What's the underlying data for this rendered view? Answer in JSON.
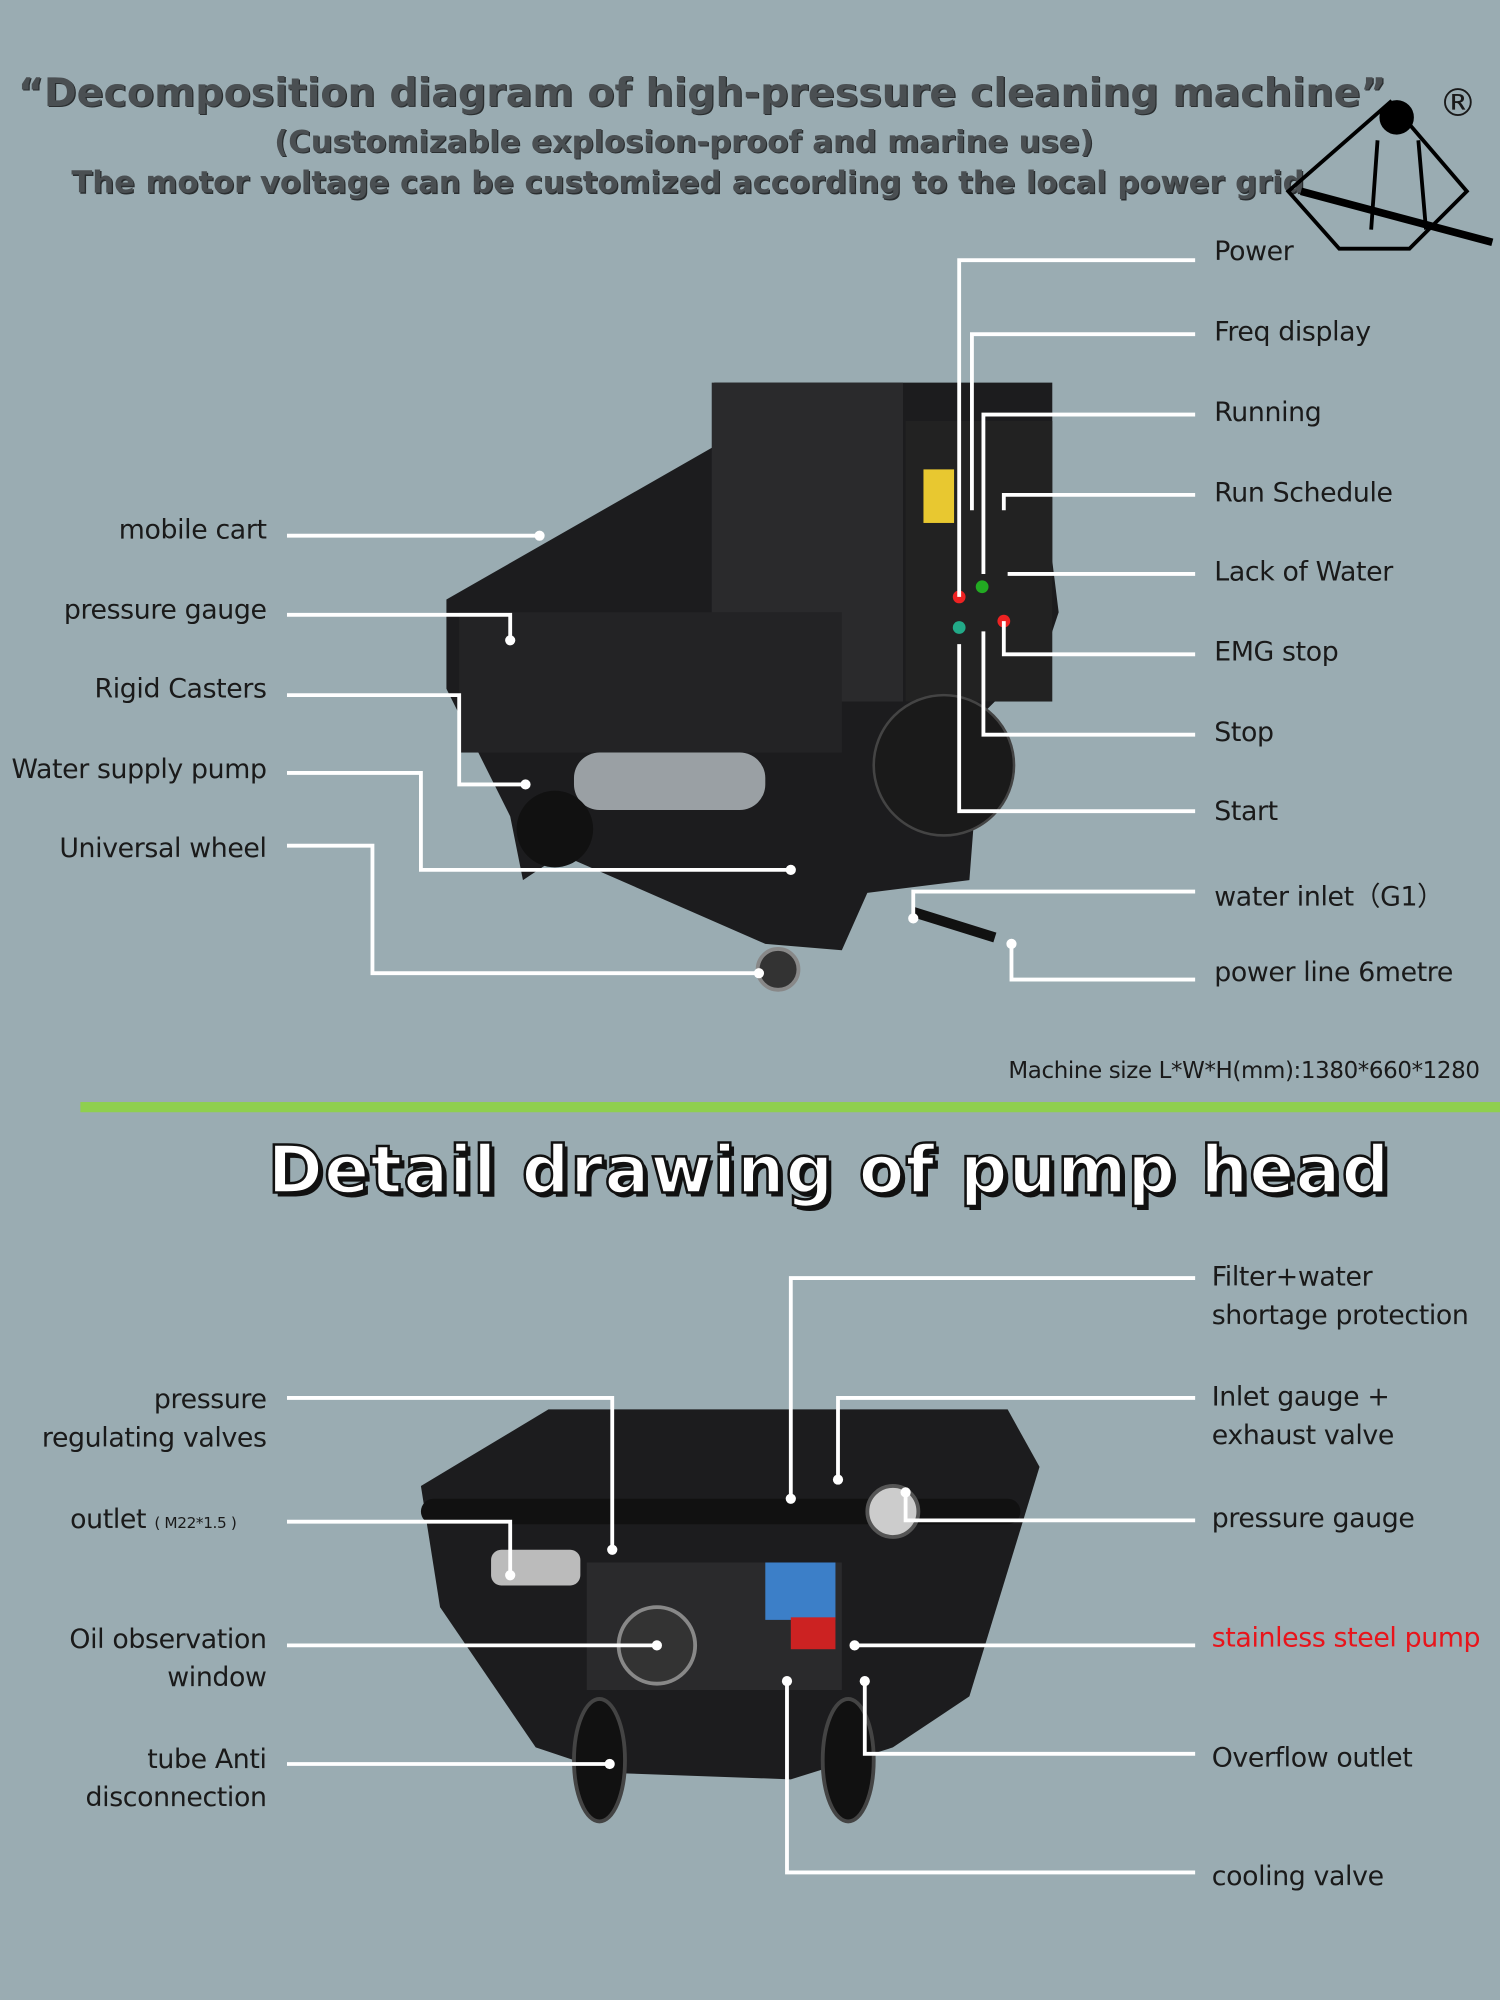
{
  "header": {
    "title": "“Decomposition diagram of high-pressure cleaning machine”",
    "subtitle": "(Customizable explosion-proof and marine use)",
    "note": "The motor voltage can be customized according to the local power grid",
    "registered": "®"
  },
  "machine": {
    "right_labels": [
      "Power",
      "Freq display",
      "Running",
      "Run Schedule",
      "Lack of Water",
      "EMG stop",
      "Stop",
      "Start",
      "water inlet（G1）",
      "power line 6metre"
    ],
    "left_labels": [
      "mobile cart",
      "pressure gauge",
      "Rigid Casters",
      "Water supply pump",
      "Universal wheel"
    ],
    "size": "Machine size L*W*H(mm):1380*660*1280"
  },
  "pump": {
    "title": "Detail drawing of pump head",
    "right_labels": [
      [
        "Filter+water",
        "shortage protection"
      ],
      [
        "Inlet gauge +",
        "exhaust valve"
      ],
      [
        "pressure gauge"
      ],
      [
        "stainless steel pump"
      ],
      [
        "Overflow outlet"
      ],
      [
        "cooling valve"
      ]
    ],
    "left_labels": [
      [
        "pressure",
        "regulating valves"
      ],
      [
        "outlet"
      ],
      [
        "Oil observation",
        "window"
      ],
      [
        "tube Anti",
        "disconnection"
      ]
    ],
    "outlet_spec": "( M22*1.5 )"
  },
  "colors": {
    "background": "#9aacb2",
    "divider": "#8fcf4f",
    "highlight": "#e8141b"
  }
}
